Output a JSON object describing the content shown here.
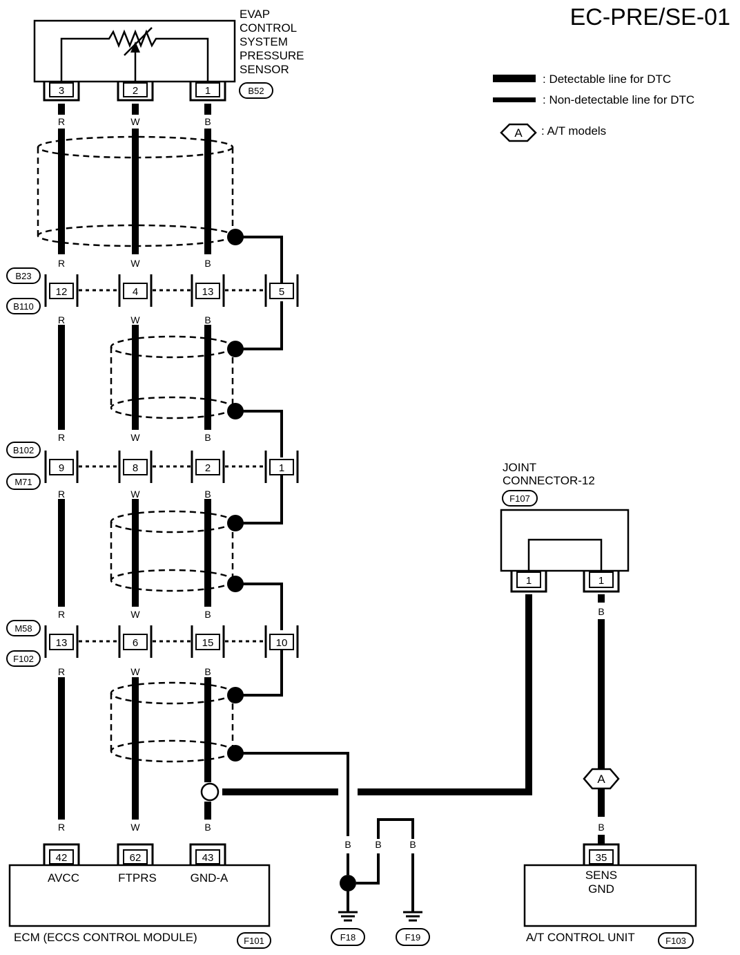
{
  "page_id": "EC-PRE/SE-01",
  "legend": {
    "detectable": ": Detectable line for DTC",
    "non_detectable": ": Non-detectable line for DTC",
    "marker_letter": "A",
    "marker_desc": ": A/T models"
  },
  "sensor": {
    "name_lines": [
      "EVAP",
      "CONTROL",
      "SYSTEM",
      "PRESSURE",
      "SENSOR"
    ],
    "connector": "B52",
    "pins": [
      "3",
      "2",
      "1"
    ]
  },
  "wire_colors": {
    "left": "R",
    "middle": "W",
    "right": "B"
  },
  "junctions": [
    {
      "conn_top": "B23",
      "conn_bottom": "B110",
      "pins": [
        "12",
        "4",
        "13",
        "5"
      ]
    },
    {
      "conn_top": "B102",
      "conn_bottom": "M71",
      "pins": [
        "9",
        "8",
        "2",
        "1"
      ]
    },
    {
      "conn_top": "M58",
      "conn_bottom": "F102",
      "pins": [
        "13",
        "6",
        "15",
        "10"
      ]
    }
  ],
  "ecm": {
    "name": "ECM (ECCS CONTROL MODULE)",
    "connector": "F101",
    "pins": [
      "42",
      "62",
      "43"
    ],
    "signals": [
      "AVCC",
      "FTPRS",
      "GND-A"
    ]
  },
  "grounds": {
    "wire": "B",
    "conns": [
      "F18",
      "F19"
    ]
  },
  "joint": {
    "name_lines": [
      "JOINT",
      "CONNECTOR-12"
    ],
    "connector": "F107",
    "pins": [
      "1",
      "1"
    ],
    "wire": "B"
  },
  "tcu": {
    "name": "A/T CONTROL UNIT",
    "connector": "F103",
    "pin": "35",
    "signal_lines": [
      "SENS",
      "GND"
    ],
    "wire": "B",
    "marker_letter": "A"
  }
}
